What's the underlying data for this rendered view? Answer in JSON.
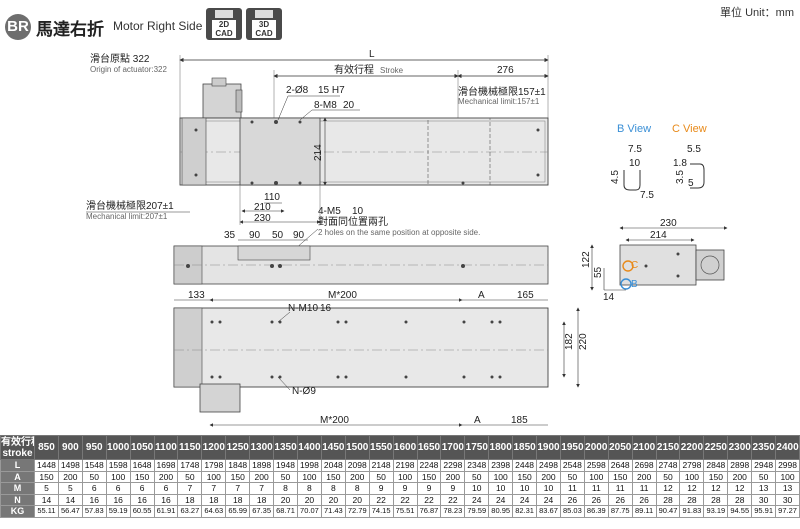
{
  "header": {
    "badge": "BR",
    "title_cn": "馬達右折",
    "title_en": "Motor Right Side",
    "cad2d": "2D\nCAD",
    "cad2d_a": "2D",
    "cad2d_b": "CAD",
    "cad3d_a": "3D",
    "cad3d_b": "CAD",
    "unit": "單位 Unit：mm"
  },
  "labels": {
    "origin_cn": "滑台原點 322",
    "origin_en": "Origin of actuator:322",
    "L": "L",
    "stroke_cn": "有效行程",
    "stroke_en": "Stroke",
    "d276": "276",
    "hole1": "2-Ø8",
    "hole1b": "15 H7",
    "hole2": "8-M8",
    "hole2b": "20",
    "mech_r_cn": "滑台機械極限157±1",
    "mech_r_en": "Mechanical limit:157±1",
    "d214": "214",
    "d110": "110",
    "d210": "210",
    "d230": "230",
    "mech_l_cn": "滑台機械極限207±1",
    "mech_l_en": "Mechanical limit:207±1",
    "m5": "4-M5",
    "m5b": "10",
    "opp_cn": "對面同位置兩孔",
    "opp_en": "2 holes on the same position at opposite side.",
    "d35": "35",
    "d90a": "90",
    "d50": "50",
    "d90b": "90",
    "d133": "133",
    "m200_top": "M*200",
    "A_top": "A",
    "d165": "165",
    "nm10": "N-M10",
    "nm10b": "16",
    "d182": "182",
    "d220": "220",
    "n9": "N-Ø9",
    "m200_bot": "M*200",
    "A_bot": "A",
    "d185": "185",
    "bview": "B View",
    "cview": "C View",
    "b75": "7.5",
    "b10": "10",
    "b45": "4.5",
    "b75b": "7.5",
    "c55": "5.5",
    "c18": "1.8",
    "c35": "3.5",
    "c5": "5",
    "e230": "230",
    "e214": "214",
    "e122": "122",
    "e55": "55",
    "e14": "14",
    "eC": "C",
    "eB": "B"
  },
  "table": {
    "header_cn": "有效行程",
    "header_en": "stroke",
    "strokes": [
      "850",
      "900",
      "950",
      "1000",
      "1050",
      "1100",
      "1150",
      "1200",
      "1250",
      "1300",
      "1350",
      "1400",
      "1450",
      "1500",
      "1550",
      "1600",
      "1650",
      "1700",
      "1750",
      "1800",
      "1850",
      "1900",
      "1950",
      "2000",
      "2050",
      "2100",
      "2150",
      "2200",
      "2250",
      "2300",
      "2350",
      "2400"
    ],
    "rows": [
      {
        "label": "L",
        "values": [
          "1448",
          "1498",
          "1548",
          "1598",
          "1648",
          "1698",
          "1748",
          "1798",
          "1848",
          "1898",
          "1948",
          "1998",
          "2048",
          "2098",
          "2148",
          "2198",
          "2248",
          "2298",
          "2348",
          "2398",
          "2448",
          "2498",
          "2548",
          "2598",
          "2648",
          "2698",
          "2748",
          "2798",
          "2848",
          "2898",
          "2948",
          "2998"
        ]
      },
      {
        "label": "A",
        "values": [
          "150",
          "200",
          "50",
          "100",
          "150",
          "200",
          "50",
          "100",
          "150",
          "200",
          "50",
          "100",
          "150",
          "200",
          "50",
          "100",
          "150",
          "200",
          "50",
          "100",
          "150",
          "200",
          "50",
          "100",
          "150",
          "200",
          "50",
          "100",
          "150",
          "200",
          "50",
          "100"
        ]
      },
      {
        "label": "M",
        "values": [
          "5",
          "5",
          "6",
          "6",
          "6",
          "6",
          "7",
          "7",
          "7",
          "7",
          "8",
          "8",
          "8",
          "8",
          "9",
          "9",
          "9",
          "9",
          "10",
          "10",
          "10",
          "10",
          "11",
          "11",
          "11",
          "11",
          "12",
          "12",
          "12",
          "12",
          "13",
          "13"
        ]
      },
      {
        "label": "N",
        "values": [
          "14",
          "14",
          "16",
          "16",
          "16",
          "16",
          "18",
          "18",
          "18",
          "18",
          "20",
          "20",
          "20",
          "20",
          "22",
          "22",
          "22",
          "22",
          "24",
          "24",
          "24",
          "24",
          "26",
          "26",
          "26",
          "26",
          "28",
          "28",
          "28",
          "28",
          "30",
          "30"
        ]
      },
      {
        "label": "KG",
        "values": [
          "55.11",
          "56.47",
          "57.83",
          "59.19",
          "60.55",
          "61.91",
          "63.27",
          "64.63",
          "65.99",
          "67.35",
          "68.71",
          "70.07",
          "71.43",
          "72.79",
          "74.15",
          "75.51",
          "76.87",
          "78.23",
          "79.59",
          "80.95",
          "82.31",
          "83.67",
          "85.03",
          "86.39",
          "87.75",
          "89.11",
          "90.47",
          "91.83",
          "93.19",
          "94.55",
          "95.91",
          "97.27"
        ]
      }
    ]
  },
  "colors": {
    "badge": "#6e6e6e",
    "accent_blue": "#3a8fd6",
    "accent_orange": "#e88a1a",
    "table_header": "#555555"
  }
}
